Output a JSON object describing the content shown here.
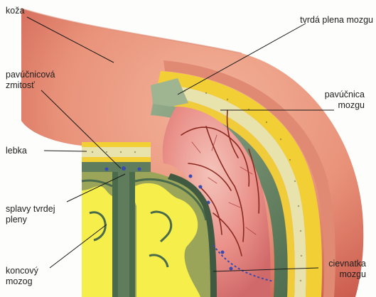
{
  "labels": {
    "koza": "koža",
    "tvrda_plena": "tvrdá plena mozgu",
    "pavucnicova_zmitost": "pavúčnicová\nzmitosť",
    "pavucnica_mozgu": "pavúčnica\nmozgu",
    "lebka": "lebka",
    "splavy": "splavy tvrdej\npleny",
    "koncovy_mozog": "koncový\nmozog",
    "cievnatka": "cievnatka\nmozgu"
  },
  "colors": {
    "skin": "#eb8f73",
    "skin_dark": "#c95a48",
    "bone": "#f4d23a",
    "bone_inner": "#e6e0a8",
    "dura": "#5f7d5c",
    "dura_dark": "#3f5a40",
    "arachnoid": "#c94a52",
    "brain_white": "#f6ee4a",
    "brain_gray": "#b7c160",
    "vessel": "#8a2a20",
    "sinus_dot": "#3a4bb0"
  }
}
